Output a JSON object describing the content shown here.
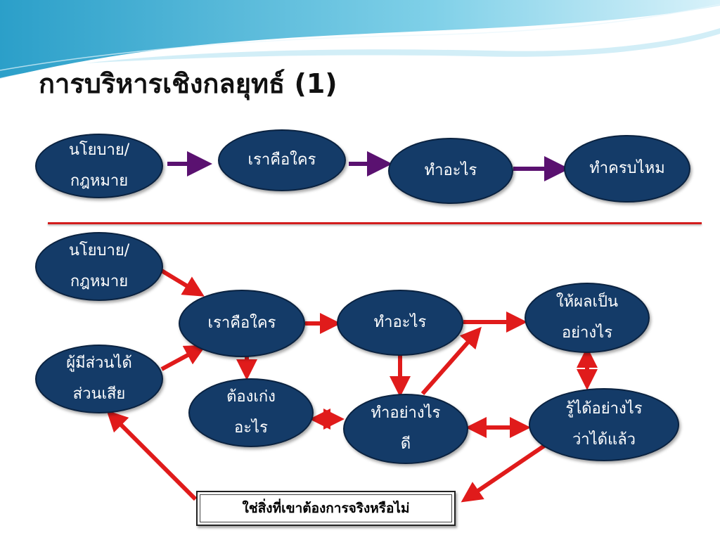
{
  "title": "การบริหารเชิงกลยุทธ์ (1)",
  "top_flow": {
    "policy": [
      "นโยบาย/",
      "กฎหมาย"
    ],
    "who": "เราคือใคร",
    "what": "ทำอะไร",
    "complete": "ทำครบไหม"
  },
  "bottom_flow": {
    "policy": [
      "นโยบาย/",
      "กฎหมาย"
    ],
    "stakeholders": [
      "ผู้มีส่วนได้",
      "ส่วนเสีย"
    ],
    "who": "เราคือใคร",
    "what": "ทำอะไร",
    "result": [
      "ให้ผลเป็น",
      "อย่างไร"
    ],
    "skill": [
      "ต้องเก่ง",
      "อะไร"
    ],
    "how": [
      "ทำอย่างไร",
      "ดี"
    ],
    "know": [
      "รู้ได้อย่างไร",
      "ว่าได้แล้ว"
    ],
    "question": "ใช่สิ่งที่เขาต้องการจริงหรือไม่"
  },
  "colors": {
    "node_fill": "#143b68",
    "top_arrow": "#5a1170",
    "bottom_arrow": "#e01b1b",
    "divider": "#d31d1d"
  }
}
